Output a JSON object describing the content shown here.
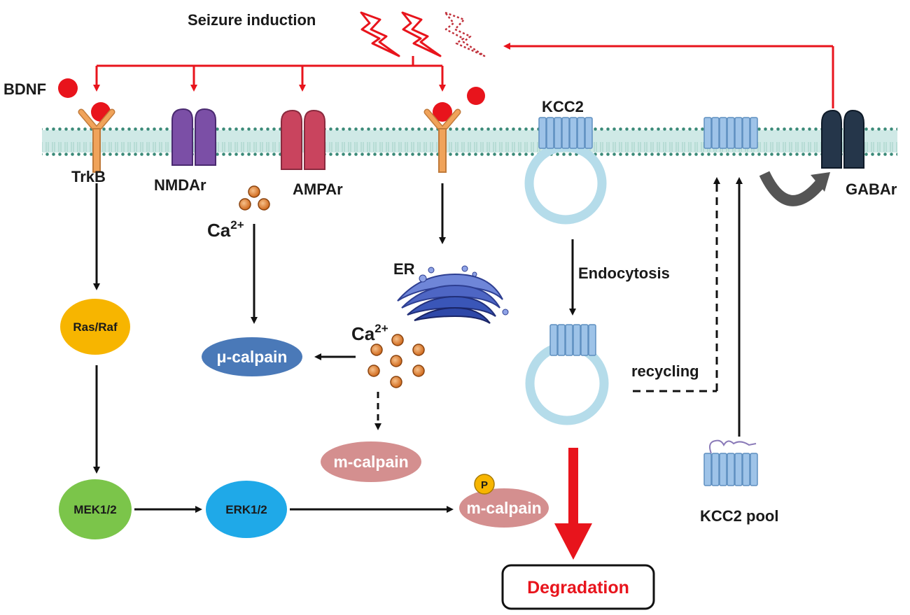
{
  "labels": {
    "seizure": "Seizure induction",
    "bdnf": "BDNF",
    "trkb": "TrkB",
    "nmdar": "NMDAr",
    "ampar": "AMPAr",
    "kcc2": "KCC2",
    "gabar": "GABAr",
    "ca_base": "Ca",
    "ca_sup": "2+",
    "er": "ER",
    "endocytosis": "Endocytosis",
    "recycling": "recycling",
    "kcc2_pool": "KCC2 pool",
    "phospho": "P"
  },
  "nodes": {
    "ras_raf": "Ras/Raf",
    "mek": "MEK1/2",
    "erk": "ERK1/2",
    "mu_calpain": "μ-calpain",
    "m_calpain": "m-calpain",
    "m_calpain_p": "m-calpain",
    "degradation": "Degradation"
  },
  "colors": {
    "red_arrow": "#e8141c",
    "membrane": "#cfe9e6",
    "membrane_dot": "#3a8a78",
    "trkb": "#f0a35a",
    "nmdar": "#7b4fa6",
    "ampar": "#c9445e",
    "kcc2": "#9ec3e8",
    "vesicle": "#b5dcea",
    "gabar": "#25364a",
    "ras_raf": "#f7b500",
    "mek": "#7bc54a",
    "erk": "#1fa9e8",
    "mu_calpain": "#4a79b8",
    "m_calpain": "#d48f8f",
    "ca_ion": "#e07a2a",
    "er": "#3a56b8"
  }
}
